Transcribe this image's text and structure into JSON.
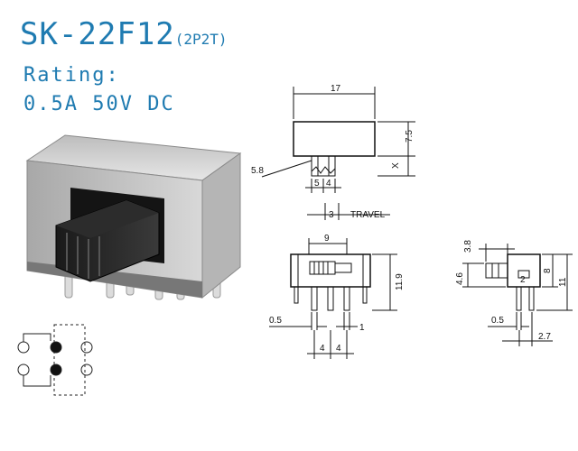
{
  "title": {
    "model": "SK-22F12",
    "config": "(2P2T)"
  },
  "rating": {
    "label": "Rating:",
    "value": "0.5A  50V  DC"
  },
  "colors": {
    "brand_blue": "#1f7bb1",
    "ink": "#111111"
  },
  "top_view": {
    "width": "17",
    "height": "7.5",
    "actuator_offset": "5.8",
    "x_label": "X",
    "a": "5",
    "b": "4",
    "travel_value": "3",
    "travel_label": "TRAVEL"
  },
  "front_view": {
    "body_width": "9",
    "height": "11.9",
    "pin_width": "0.5",
    "pin_offset": "1",
    "pitch_a": "4",
    "pitch_b": "4"
  },
  "side_view": {
    "actuator": "3.8",
    "actuator_h": "4.6",
    "mid": "2",
    "body_h": "8",
    "total_h": "11",
    "pin_w": "0.5",
    "pin_pitch": "2.7"
  }
}
